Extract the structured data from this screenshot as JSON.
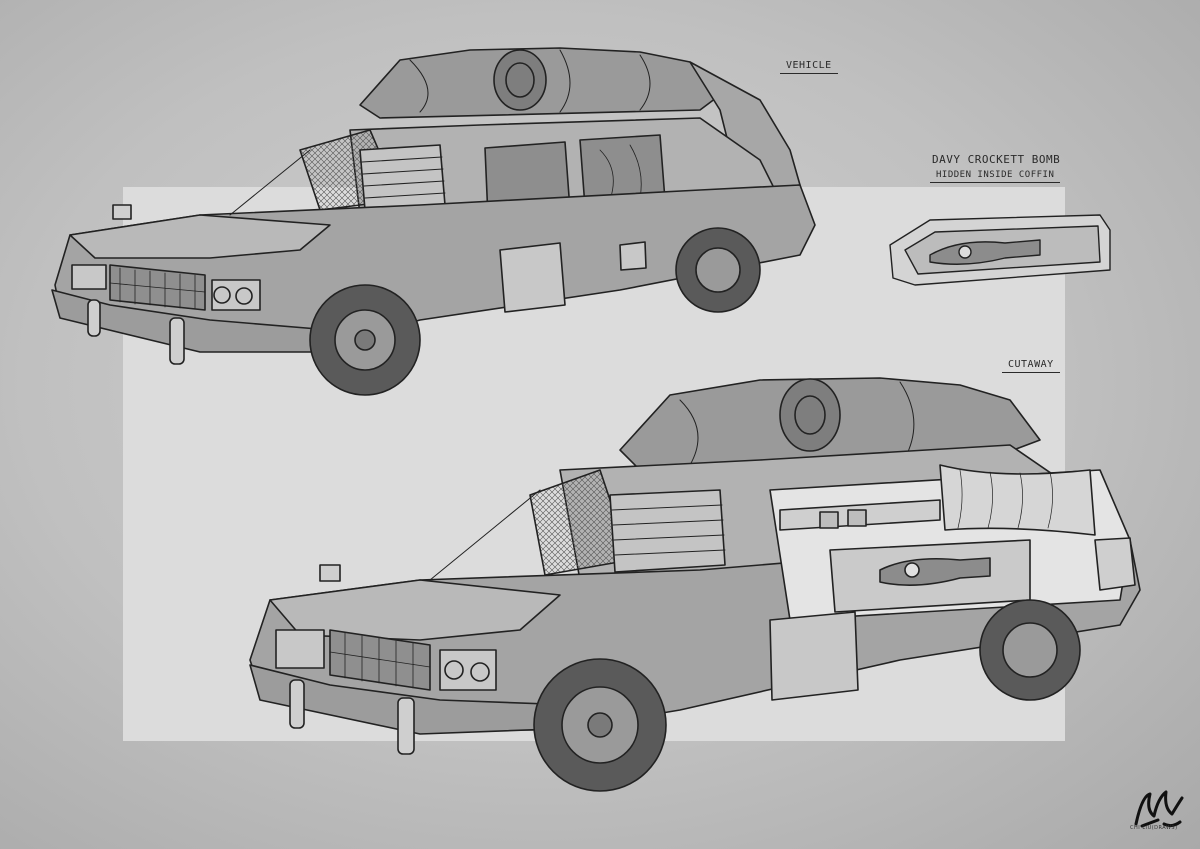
{
  "labels": {
    "vehicle": "VEHICLE",
    "bomb_title": "DAVY CROCKETT BOMB",
    "bomb_subtitle": "HIDDEN INSIDE COFFIN",
    "cutaway": "CUTAWAY"
  },
  "signature": {
    "caption": "CHI LIU(DRAWS)"
  }
}
